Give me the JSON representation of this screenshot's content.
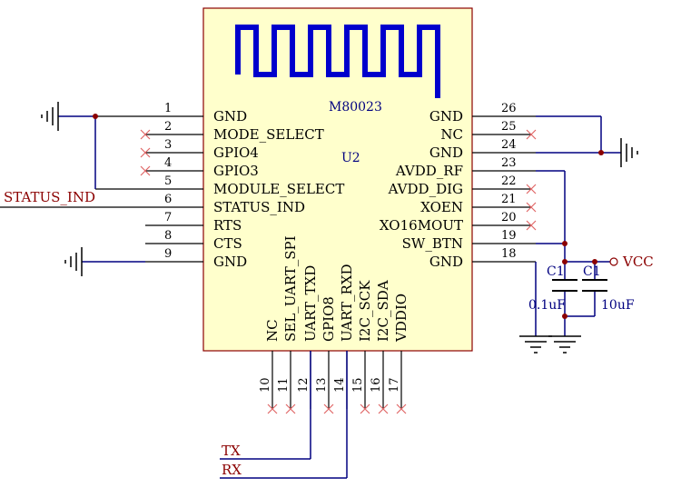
{
  "colors": {
    "chip_fill": "#ffffcc",
    "chip_border": "#8b0000",
    "wire": "#000080",
    "antenna": "#0000cc",
    "nc_mark": "#e06666",
    "junction": "#8b0000",
    "net_label": "#8b0000"
  },
  "chip": {
    "name": "M80023",
    "designator": "U2"
  },
  "left_pins": [
    {
      "num": "1",
      "name": "GND"
    },
    {
      "num": "2",
      "name": "MODE_SELECT"
    },
    {
      "num": "3",
      "name": "GPIO4"
    },
    {
      "num": "4",
      "name": "GPIO3"
    },
    {
      "num": "5",
      "name": "MODULE_SELECT"
    },
    {
      "num": "6",
      "name": "STATUS_IND"
    },
    {
      "num": "7",
      "name": "RTS"
    },
    {
      "num": "8",
      "name": "CTS"
    },
    {
      "num": "9",
      "name": "GND"
    }
  ],
  "right_pins": [
    {
      "num": "26",
      "name": "GND"
    },
    {
      "num": "25",
      "name": "NC"
    },
    {
      "num": "24",
      "name": "GND"
    },
    {
      "num": "23",
      "name": "AVDD_RF"
    },
    {
      "num": "22",
      "name": "AVDD_DIG"
    },
    {
      "num": "21",
      "name": "XOEN"
    },
    {
      "num": "20",
      "name": "XO16MOUT"
    },
    {
      "num": "19",
      "name": "SW_BTN"
    },
    {
      "num": "18",
      "name": "GND"
    }
  ],
  "bottom_pins": [
    {
      "num": "10",
      "name": "NC"
    },
    {
      "num": "11",
      "name": "SEL_UART_SPI"
    },
    {
      "num": "12",
      "name": "UART_TXD"
    },
    {
      "num": "13",
      "name": "GPIO8"
    },
    {
      "num": "14",
      "name": "UART_RXD"
    },
    {
      "num": "15",
      "name": "I2C_SCK"
    },
    {
      "num": "16",
      "name": "I2C_SDA"
    },
    {
      "num": "17",
      "name": "VDDIO"
    }
  ],
  "net_labels": {
    "status": "STATUS_IND",
    "tx": "TX",
    "rx": "RX",
    "vcc": "VCC"
  },
  "capacitors": [
    {
      "ref": "C1",
      "value": "0.1uF"
    },
    {
      "ref": "C1",
      "value": "10uF"
    }
  ]
}
